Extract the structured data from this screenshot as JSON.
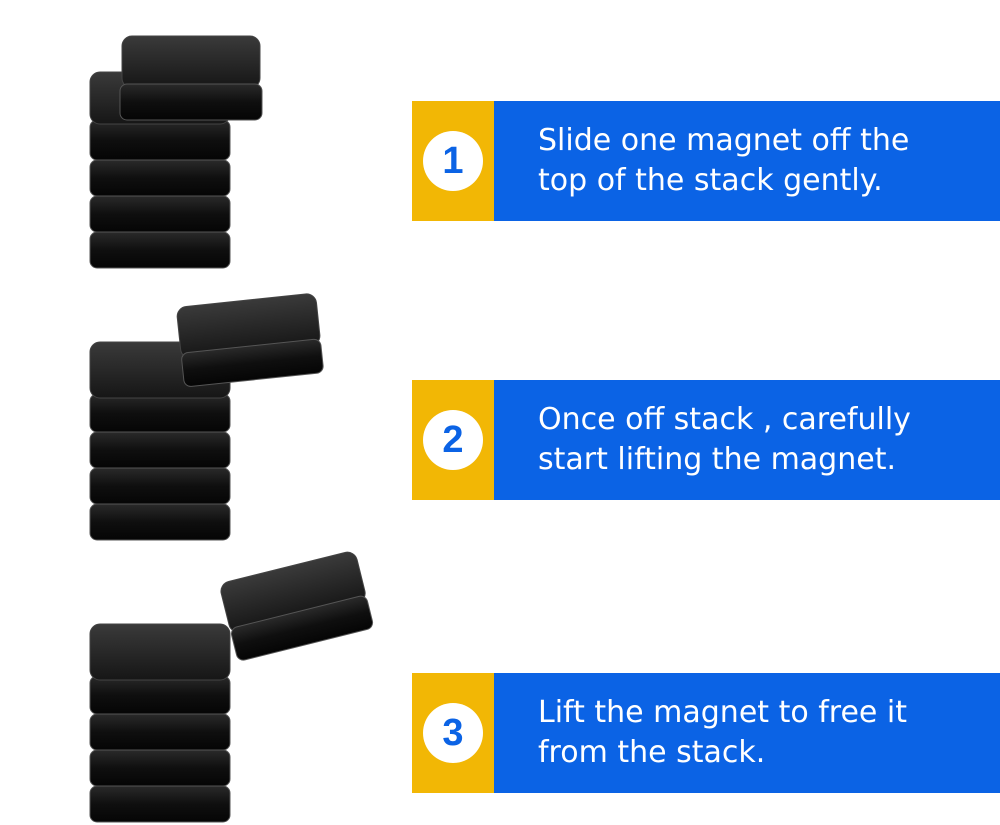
{
  "colors": {
    "badge_bg": "#F2B705",
    "panel_bg": "#0B63E5",
    "number_text": "#0B63E5",
    "magnet": "#1b1b1b"
  },
  "illustrations": [
    {
      "name": "stack-top-slid-off",
      "icon": "magnet-stack-icon"
    },
    {
      "name": "stack-magnet-lifting",
      "icon": "magnet-stack-icon"
    },
    {
      "name": "stack-magnet-freed",
      "icon": "magnet-stack-icon"
    }
  ],
  "steps": [
    {
      "number": "1",
      "text": "Slide one magnet off the top of the stack gently."
    },
    {
      "number": "2",
      "text": "Once off stack , carefully start lifting the magnet."
    },
    {
      "number": "3",
      "text": "Lift the magnet to free it from the stack."
    }
  ]
}
